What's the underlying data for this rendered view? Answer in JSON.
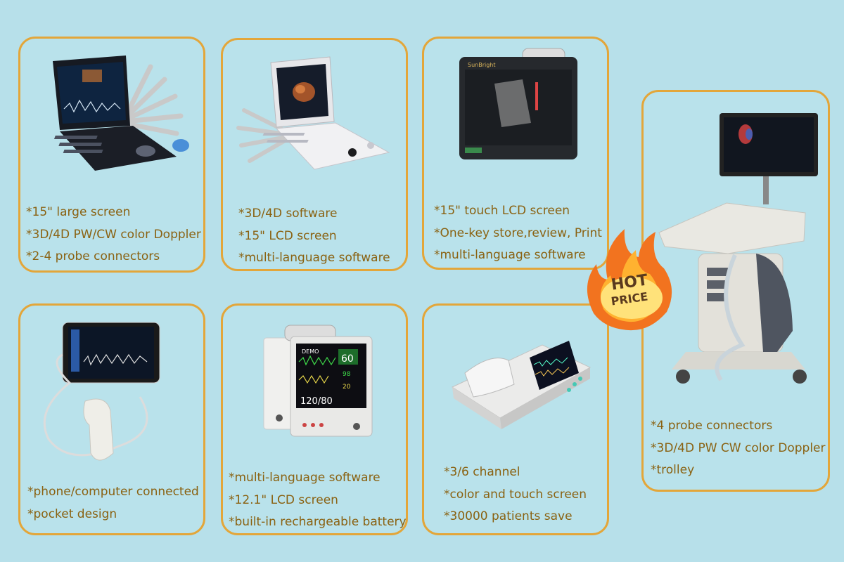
{
  "products": [
    {
      "id": "laptop-doppler",
      "features": [
        "*15\" large screen",
        "*3D/4D PW/CW color Doppler",
        "*2-4 probe connectors"
      ]
    },
    {
      "id": "laptop-3d",
      "features": [
        "*3D/4D software",
        "*15\" LCD screen",
        "*multi-language software"
      ]
    },
    {
      "id": "touch-tablet",
      "features": [
        "*15\" touch LCD screen",
        "*One-key store,review, Print",
        "*multi-language software"
      ]
    },
    {
      "id": "trolley",
      "features": [
        "*4 probe connectors",
        "*3D/4D PW CW color Doppler",
        "*trolley"
      ]
    },
    {
      "id": "pocket",
      "features": [
        "*phone/computer connected",
        "*pocket design"
      ]
    },
    {
      "id": "monitor",
      "features": [
        "*multi-language software",
        "*12.1\" LCD screen",
        "*built-in rechargeable battery"
      ]
    },
    {
      "id": "ecg",
      "features": [
        "*3/6 channel",
        "*color and touch screen",
        "*30000 patients save"
      ]
    }
  ],
  "badge": {
    "line1": "HOT",
    "line2": "PRICE"
  },
  "monitor_screen": {
    "brand_text": "DEMO",
    "hr": "60",
    "spo2": "98",
    "resp": "20",
    "nibp": "120/80"
  },
  "tablet_screen": {
    "brand_text": "SunBright"
  },
  "colors": {
    "background": "#b7e0ea",
    "card_border": "#e3a63a",
    "feature_text": "#8a6212"
  }
}
